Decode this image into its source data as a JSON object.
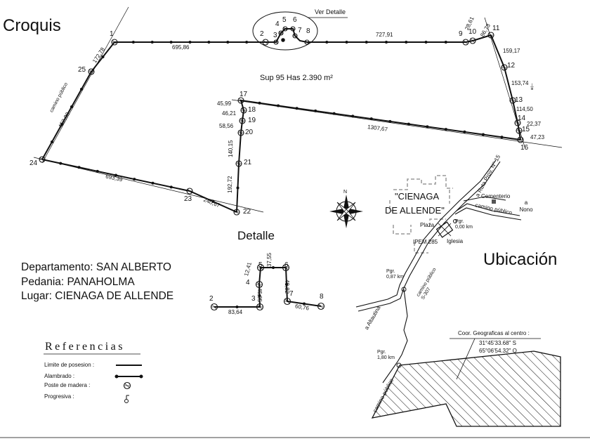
{
  "headings": {
    "croquis": "Croquis",
    "detalle": "Detalle",
    "ubicacion": "Ubicación",
    "ver_detalle": "Ver Detalle"
  },
  "info": {
    "departamento": "Departamento: SAN ALBERTO",
    "pedania": "Pedania: PANAHOLMA",
    "lugar": "Lugar: CIENAGA DE ALLENDE"
  },
  "surface": "Sup 95 Has 2.390 m²",
  "croquis_points": [
    "1",
    "2",
    "3",
    "4",
    "5",
    "6",
    "7",
    "8",
    "9",
    "10",
    "11",
    "12",
    "13",
    "14",
    "15",
    "16",
    "17",
    "18",
    "19",
    "20",
    "21",
    "22",
    "23",
    "24",
    "25"
  ],
  "croquis_distances": {
    "d_1_2": "695,86",
    "d_8_9": "727,91",
    "d_9_10": "28,61",
    "d_10_11": "86,73",
    "d_11_12": "159,17",
    "d_12_13": "153,74",
    "d_13_14": "114,50",
    "d_14_15": "22,37",
    "d_15_16": "47,23",
    "d_16_17": "1307,67",
    "d_17_18": "45,99",
    "d_18_19": "46,21",
    "d_19_20": "58,56",
    "d_20_21": "140,15",
    "d_21_22": "192,72",
    "d_22_23": "240,67",
    "d_23_24": "693,39",
    "d_24_25": "462,90",
    "d_25_1": "172,78"
  },
  "road_label": "camino público",
  "detail_points": [
    "2",
    "3",
    "4",
    "5",
    "6",
    "7",
    "8"
  ],
  "detail_distances": {
    "d_2_3": "83,64",
    "d_3_4": "45,05",
    "d_4_5": "12,41",
    "d_5_6": "37,55",
    "d_6_7": "49,82",
    "d_7_8": "60,76"
  },
  "references": {
    "title": "Referencias",
    "items": [
      {
        "label": "Limite de posesion :",
        "symbol": "line"
      },
      {
        "label": "Alambrado :",
        "symbol": "wire"
      },
      {
        "label": "Poste de madera :",
        "symbol": "post"
      },
      {
        "label": "Progresiva :",
        "symbol": "progressive"
      }
    ]
  },
  "location_map": {
    "town_line1": "\"CIENAGA",
    "town_line2": "DE ALLENDE\"",
    "route": "a Ruta Prov. N° 15",
    "cemetery": "Cementerio",
    "to_nono": "a Nono",
    "camino_publico_1": "camino público",
    "camino_publico_2": "camino público S-307",
    "camino_publico_3": "camino público",
    "plaza": "Plaza",
    "pgr_0": "Pgr. 0,00 km",
    "iglesia": "Iglesia",
    "ipem": "IPEM 285",
    "pgr_087": "Pgr. 0,87 km",
    "pgr_180": "Pgr. 1,80 km",
    "to_altautina": "a Altautina",
    "coords_title": "Coor. Geograficas al centro :",
    "lat": "31°45'33.68\" S",
    "lon": "65°06'54.32\" O"
  }
}
